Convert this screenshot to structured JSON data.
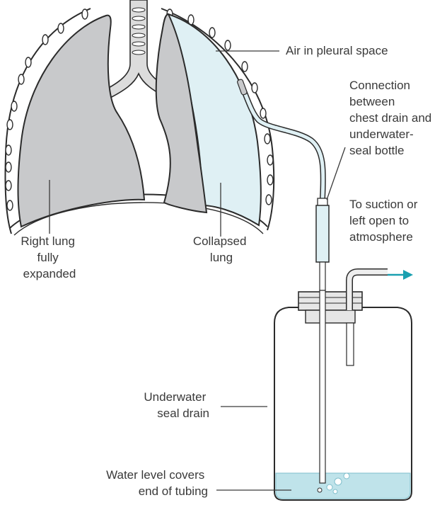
{
  "labels": {
    "air_pleural": "Air in pleural space",
    "connection": [
      "Connection",
      "between",
      "chest drain and",
      "underwater-",
      "seal bottle"
    ],
    "suction": [
      "To suction or",
      "left open to",
      "atmosphere"
    ],
    "right_lung": [
      "Right lung",
      "fully",
      "expanded"
    ],
    "collapsed": [
      "Collapsed",
      "lung"
    ],
    "seal_drain": [
      "Underwater",
      "seal drain"
    ],
    "water_level": [
      "Water level covers",
      "end of tubing"
    ]
  },
  "colors": {
    "lung_fill": "#c8c9cb",
    "pleural_air": "#dff0f4",
    "water": "#bfe3ea",
    "arrow": "#1aa0b0",
    "outline": "#2b2b2b"
  }
}
